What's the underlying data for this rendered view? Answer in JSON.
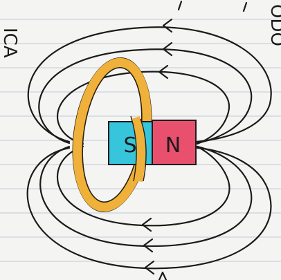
{
  "magnet": {
    "south_label": "S",
    "north_label": "N",
    "south_color": "#37c5dc",
    "north_color": "#e9506e"
  },
  "coil": {
    "color": "#f0b13a"
  },
  "edge_text": {
    "left": "ICA",
    "right": "ODO"
  }
}
